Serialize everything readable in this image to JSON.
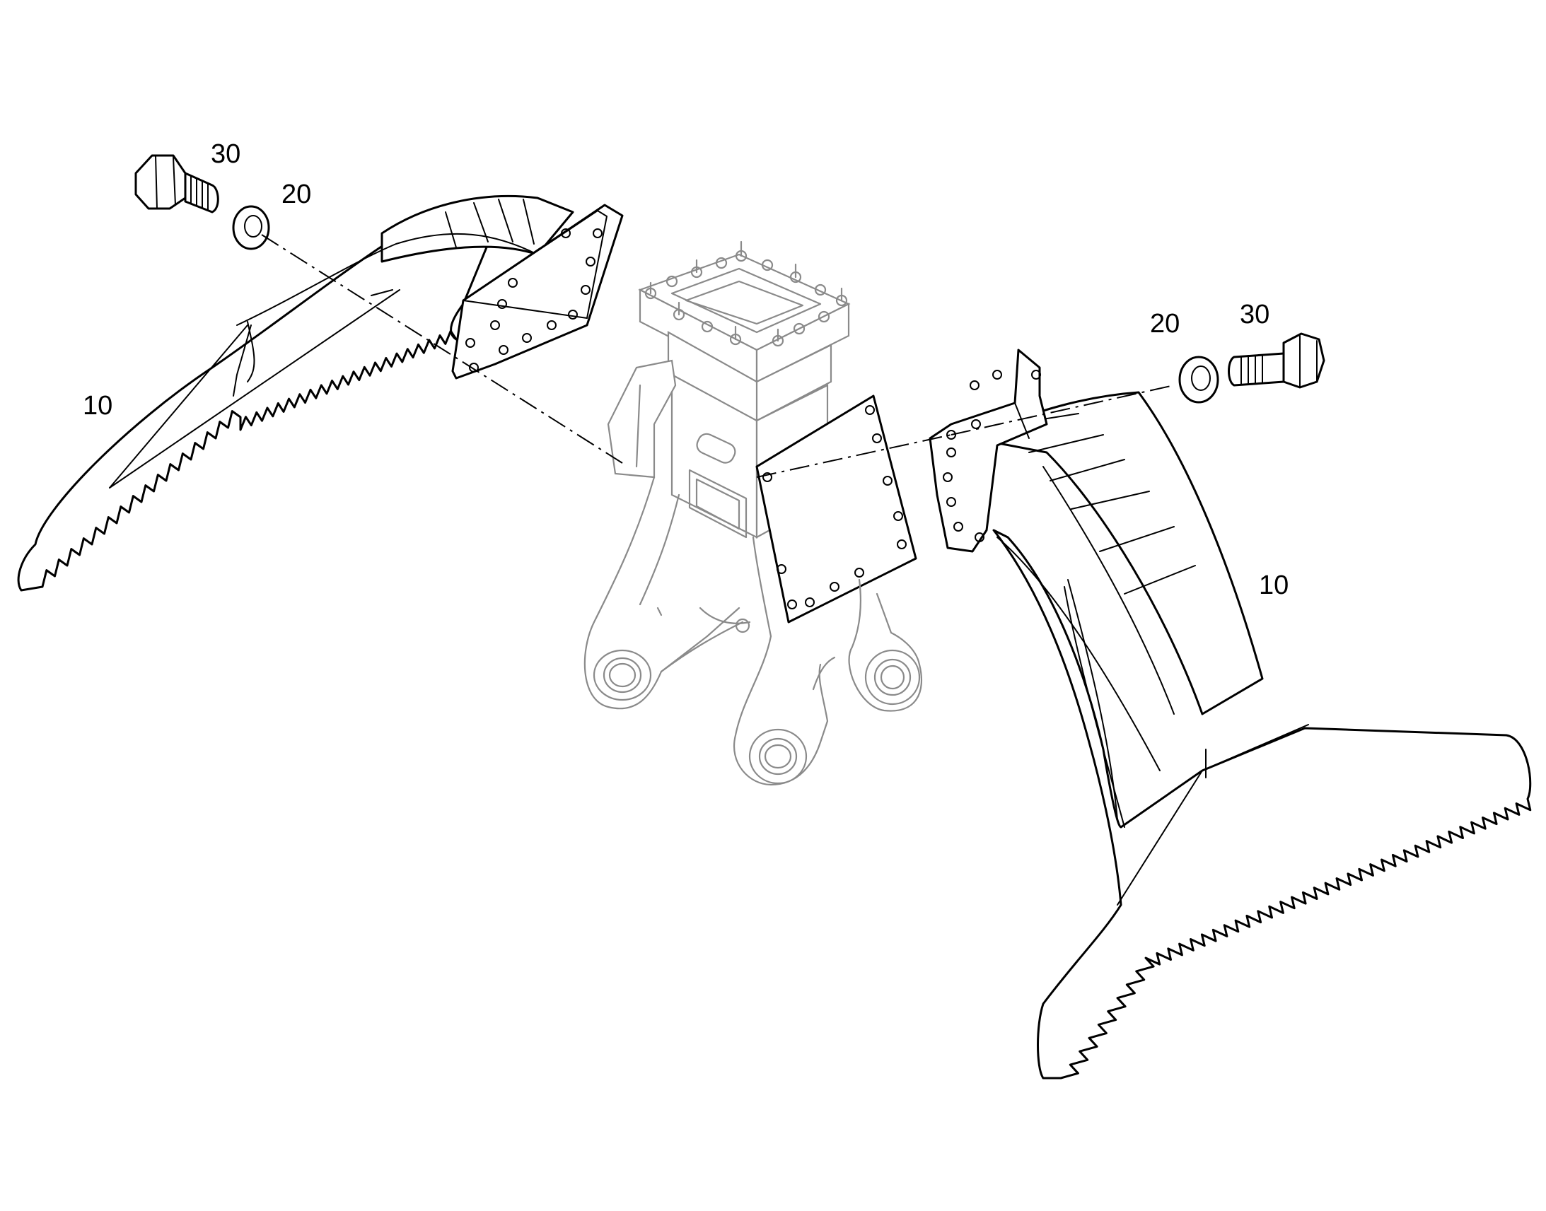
{
  "callouts": {
    "bolt_left": "30",
    "washer_left": "20",
    "jaw_left": "10",
    "washer_right": "20",
    "bolt_right": "30",
    "jaw_right": "10"
  }
}
